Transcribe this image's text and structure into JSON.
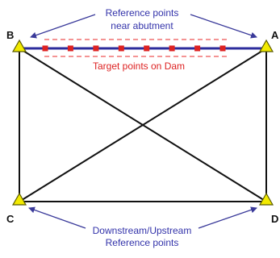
{
  "annotations": {
    "top_line1": "Reference points",
    "top_line2": "near abutment",
    "target": "Target points on Dam",
    "bottom_line1": "Downstream/Upstream",
    "bottom_line2": "Reference points"
  },
  "points": {
    "A": "A",
    "B": "B",
    "C": "C",
    "D": "D"
  },
  "target_point_count": 8,
  "colors": {
    "annotation": "#3333aa",
    "target": "#dd2222",
    "dam_line": "#2c2c9c",
    "triangle_fill": "#f2ea00",
    "triangle_stroke": "#5a5a00",
    "frame": "#111111",
    "arrow": "#3a3a9a"
  }
}
